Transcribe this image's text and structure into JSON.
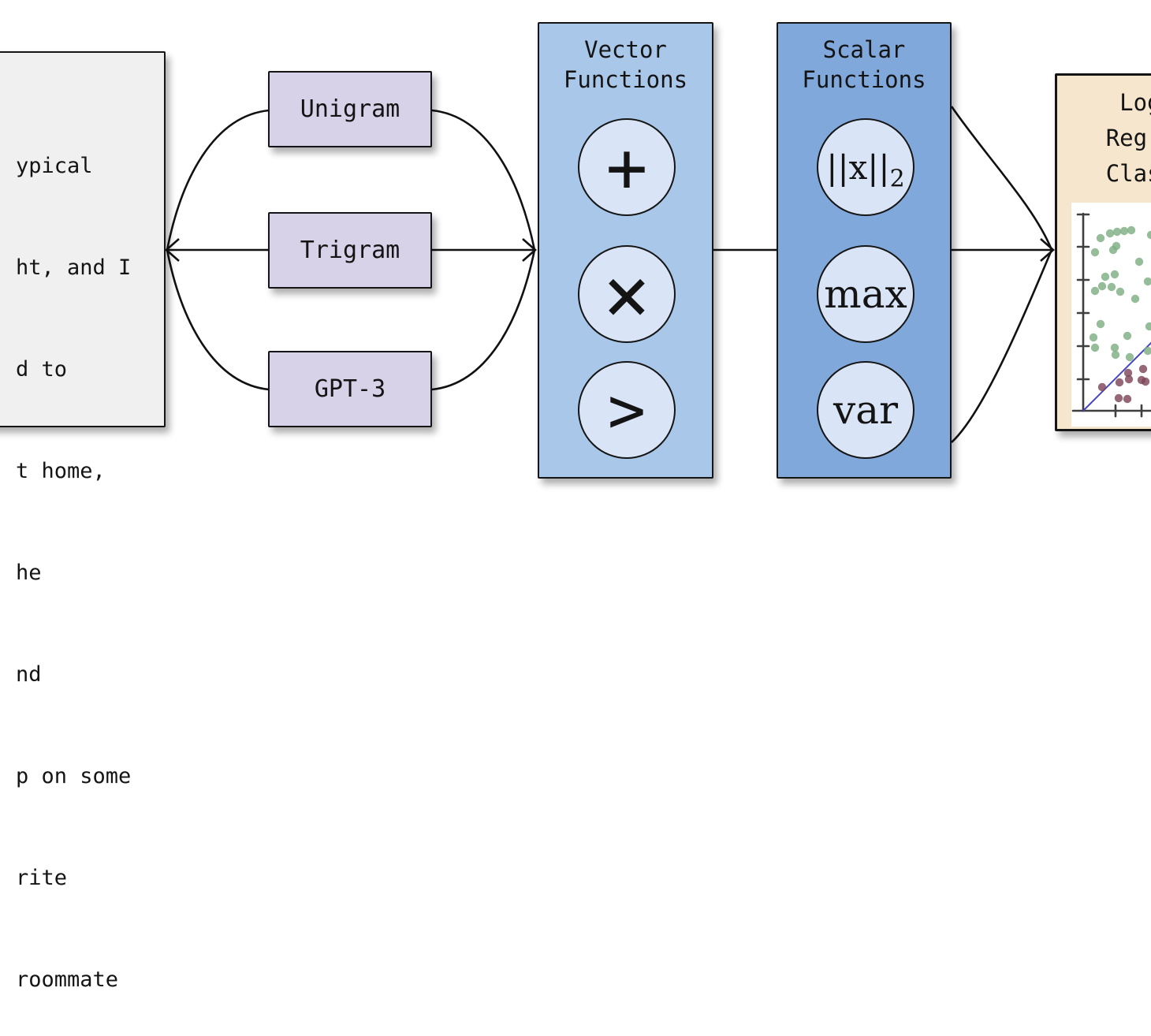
{
  "document": {
    "lines": [
      "ypical",
      "ht, and I",
      "d to",
      "t home,",
      "he",
      "nd",
      "p on some",
      "rite",
      "roommate"
    ]
  },
  "models": {
    "items": [
      "Unigram",
      "Trigram",
      "GPT-3"
    ]
  },
  "vector_functions": {
    "title_lines": [
      "Vector",
      "Functions"
    ],
    "ops": [
      {
        "name": "plus",
        "symbol": "+"
      },
      {
        "name": "times",
        "symbol": "×"
      },
      {
        "name": "greater-than",
        "symbol": ">"
      }
    ]
  },
  "scalar_functions": {
    "title_lines": [
      "Scalar",
      "Functions"
    ],
    "ops": [
      {
        "name": "l2-norm",
        "symbol": "||x||",
        "sub": "2"
      },
      {
        "name": "max",
        "symbol": "max"
      },
      {
        "name": "variance",
        "symbol": "var"
      }
    ]
  },
  "classifier": {
    "title_lines": [
      "Logistic",
      "Regression",
      "Classifier"
    ],
    "plot": {
      "type": "scatter",
      "axis_color": "#3f3f3f",
      "x_axis": {
        "y": 264,
        "x_start": 2,
        "x_end": 268,
        "ticks": [
          56,
          89,
          122,
          155,
          188,
          221,
          254
        ]
      },
      "y_axis": {
        "x": 15,
        "top": 14,
        "bottom": 264,
        "ticks": [
          15,
          56,
          98,
          140,
          182,
          224
        ]
      },
      "decision_boundary": {
        "color": "#4444cb",
        "from": [
          15,
          264
        ],
        "to": [
          268,
          11
        ]
      },
      "series": [
        {
          "name": "class-green",
          "color": "#7fae83",
          "points": [
            [
              49,
              39
            ],
            [
              58,
              37
            ],
            [
              67,
              36
            ],
            [
              76,
              35
            ],
            [
              37,
              45
            ],
            [
              101,
              41
            ],
            [
              30,
              63
            ],
            [
              53,
              60
            ],
            [
              57,
              55
            ],
            [
              86,
              75
            ],
            [
              43,
              94
            ],
            [
              55,
              91
            ],
            [
              39,
              106
            ],
            [
              30,
              112
            ],
            [
              51,
              107
            ],
            [
              62,
              113
            ],
            [
              81,
              122
            ],
            [
              97,
              100
            ],
            [
              37,
              154
            ],
            [
              28,
              171
            ],
            [
              30,
              184
            ],
            [
              55,
              184
            ],
            [
              71,
              169
            ],
            [
              99,
              157
            ],
            [
              97,
              188
            ],
            [
              74,
              196
            ],
            [
              56,
              193
            ]
          ]
        },
        {
          "name": "class-maroon",
          "color": "#7e4659",
          "points": [
            [
              72,
              216
            ],
            [
              91,
              211
            ],
            [
              61,
              228
            ],
            [
              73,
              224
            ],
            [
              89,
              225
            ],
            [
              94,
              227
            ],
            [
              39,
              234
            ],
            [
              60,
              248
            ],
            [
              71,
              249
            ]
          ]
        }
      ]
    }
  },
  "colors": {
    "document_bg": "#f0f0f0",
    "model_bg": "#d8d2e9",
    "vector_bg": "#a9c7e9",
    "scalar_bg": "#81a8da",
    "op_circle_bg": "#d9e4f6",
    "classifier_bg": "#f5e6cd",
    "stroke": "#151515"
  }
}
